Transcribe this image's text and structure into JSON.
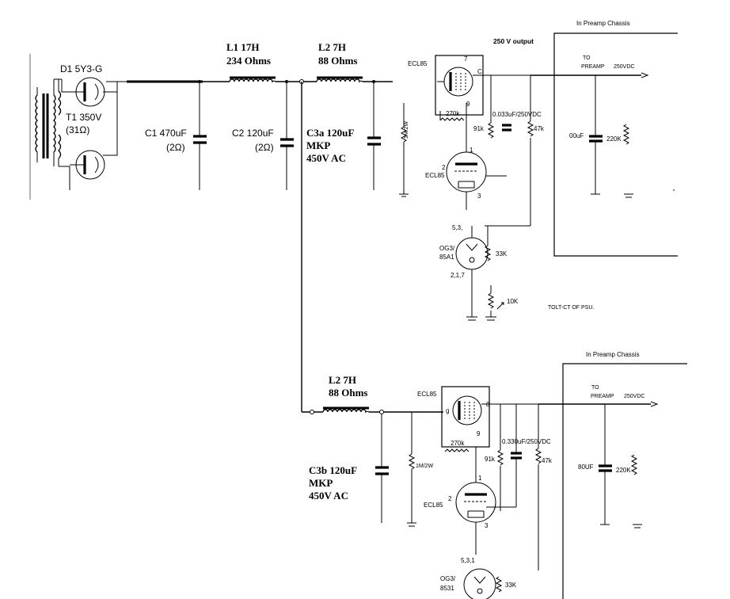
{
  "supply": {
    "rectifier": "D1 5Y3-G",
    "transformer": "T1 350V",
    "transformer_resistance": "(31Ω)"
  },
  "filter": {
    "c1_value": "C1 470uF",
    "c1_esr": "(2Ω)",
    "l1_name": "L1 17H",
    "l1_ohms": "234 Ohms",
    "c2_value": "C2 120uF",
    "c2_esr": "(2Ω)",
    "l2_name": "L2 7H",
    "l2_ohms": "88 Ohms",
    "c3a_name": "C3a 120uF",
    "c3a_type": "MKP",
    "c3a_rating": "450V AC"
  },
  "regulator_a": {
    "output_title": "250 V output",
    "bleeder": "1M/2W",
    "tube_top": "ECL85",
    "tube_top_pin7": "7",
    "tube_top_pinC": "C",
    "tube_top_pin9": "9",
    "grid_r": "270k",
    "r_91k": "91k",
    "cap": "0.033uF/250VDC",
    "r_47k": "47k",
    "tube_mid": "ECL85",
    "tube_mid_pin1": "1",
    "tube_mid_pin2": "2",
    "tube_mid_pin3": "3",
    "ref_pins_top": "5,3,",
    "ref_tube": "OG3/",
    "ref_tube2": "85A1",
    "ref_pins_bot": "2,1,7",
    "r_33k": "33K",
    "trim": "10K",
    "note": "TOLT-CT OF PSU."
  },
  "preamp_a": {
    "chassis": "In Preamp Chassis",
    "to": "TO",
    "preamp": "PREAMP",
    "voltage": "250VDC",
    "cap": "00uF",
    "res": "220K"
  },
  "branch_b": {
    "l2_name": "L2 7H",
    "l2_ohms": "88 Ohms",
    "c3b_name": "C3b 120uF",
    "c3b_type": "MKP",
    "c3b_rating": "450V AC",
    "bleeder": "1M/2W",
    "tube_top": "ECL85",
    "pin_g": "g",
    "pin_9": "9",
    "pin_8": "8",
    "grid_r": "270k",
    "r_91k": "91k",
    "cap": "0.330uF/250VDC",
    "r_47k": "47k",
    "tube_mid": "ECL85",
    "mid_pin1": "1",
    "mid_pin2": "2",
    "mid_pin3": "3",
    "ref_pins": "5,3,1",
    "ref_tube": "OG3/",
    "ref_tube2": "8531",
    "r_33k": "33K"
  },
  "preamp_b": {
    "chassis": "In Preamp Chassis",
    "to": "TO",
    "preamp": "PREAMP",
    "voltage": "250VDC",
    "cap": "80UF",
    "res": "220K"
  }
}
